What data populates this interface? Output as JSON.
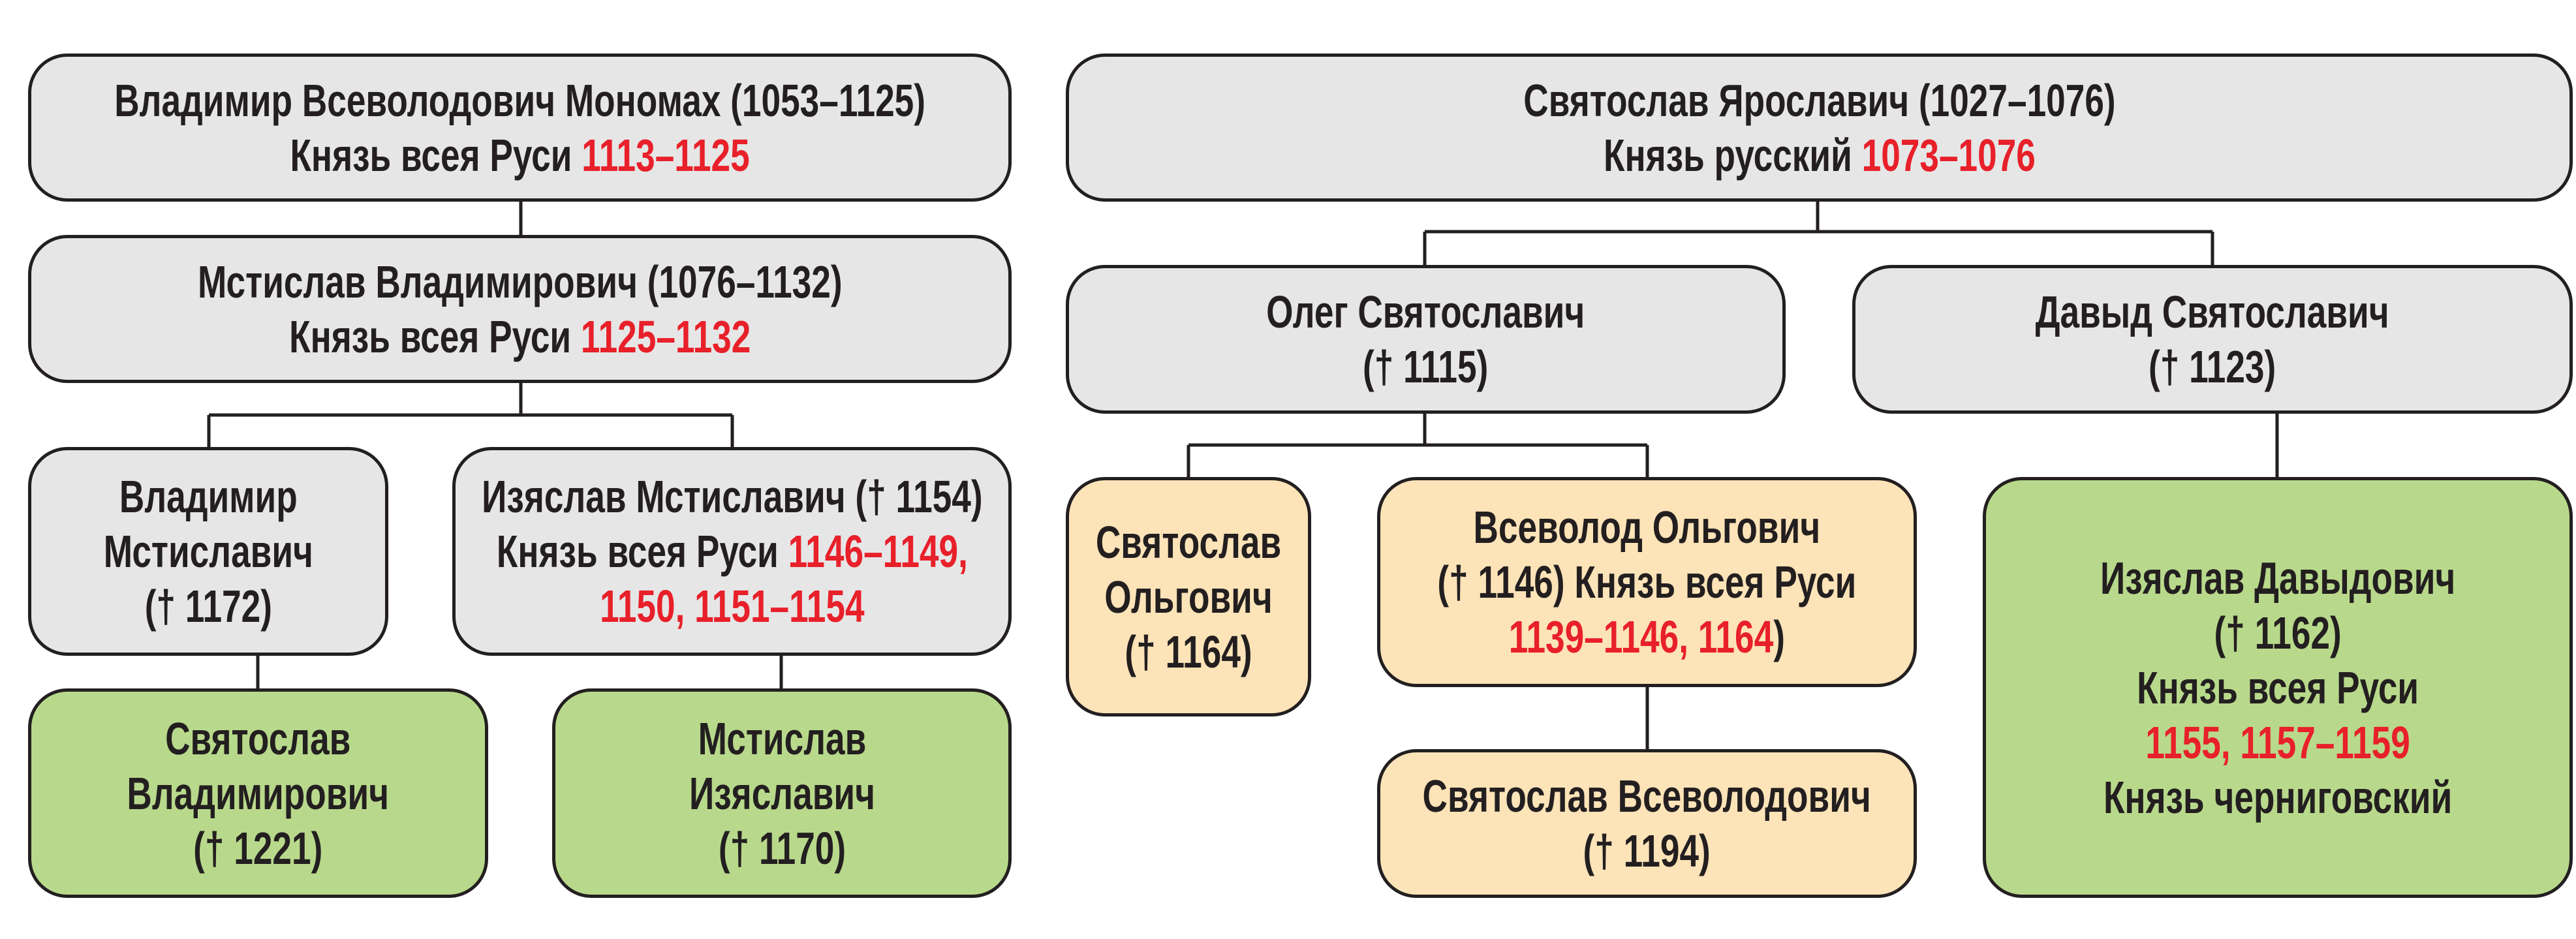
{
  "colors": {
    "grey": "#e6e6e6",
    "green": "#b8d98b",
    "peach": "#fde3b8",
    "red": "#e8202a",
    "border": "#231f20"
  },
  "nodes": [
    {
      "id": "l1",
      "fill": "grey",
      "lines": [
        [
          {
            "text": "Владимир Всеволодович Мономах (1053–1125)"
          }
        ],
        [
          {
            "text": "Князь всея Руси "
          },
          {
            "text": "1113–1125",
            "red": true
          }
        ]
      ]
    },
    {
      "id": "l2",
      "fill": "grey",
      "lines": [
        [
          {
            "text": "Мстислав Владимирович (1076–1132)"
          }
        ],
        [
          {
            "text": "Князь всея Руси "
          },
          {
            "text": "1125–1132",
            "red": true
          }
        ]
      ]
    },
    {
      "id": "l3",
      "fill": "grey",
      "lines": [
        [
          {
            "text": "Владимир"
          }
        ],
        [
          {
            "text": "Мстиславич"
          }
        ],
        [
          {
            "text": "(† 1172)"
          }
        ]
      ]
    },
    {
      "id": "l4",
      "fill": "grey",
      "lines": [
        [
          {
            "text": "Изяслав Мстиславич († 1154)"
          }
        ],
        [
          {
            "text": "Князь всея Руси "
          },
          {
            "text": "1146–1149,",
            "red": true
          }
        ],
        [
          {
            "text": "1150, 1151–1154",
            "red": true
          }
        ]
      ]
    },
    {
      "id": "l5",
      "fill": "green",
      "lines": [
        [
          {
            "text": "Святослав"
          }
        ],
        [
          {
            "text": "Владимирович"
          }
        ],
        [
          {
            "text": "(† 1221)"
          }
        ]
      ]
    },
    {
      "id": "l6",
      "fill": "green",
      "lines": [
        [
          {
            "text": "Мстислав"
          }
        ],
        [
          {
            "text": "Изяславич"
          }
        ],
        [
          {
            "text": "(† 1170)"
          }
        ]
      ]
    },
    {
      "id": "r1",
      "fill": "grey",
      "lines": [
        [
          {
            "text": "Святослав Ярославич (1027–1076)"
          }
        ],
        [
          {
            "text": "Князь русский "
          },
          {
            "text": "1073–1076",
            "red": true
          }
        ]
      ]
    },
    {
      "id": "r2",
      "fill": "grey",
      "lines": [
        [
          {
            "text": "Олег Святославич"
          }
        ],
        [
          {
            "text": "(† 1115)"
          }
        ]
      ]
    },
    {
      "id": "r3",
      "fill": "grey",
      "lines": [
        [
          {
            "text": "Давыд Святославич"
          }
        ],
        [
          {
            "text": "(† 1123)"
          }
        ]
      ]
    },
    {
      "id": "r4",
      "fill": "peach",
      "lines": [
        [
          {
            "text": "Святослав"
          }
        ],
        [
          {
            "text": "Ольгович"
          }
        ],
        [
          {
            "text": "(† 1164)"
          }
        ]
      ]
    },
    {
      "id": "r5",
      "fill": "peach",
      "lines": [
        [
          {
            "text": "Всеволод Ольгович"
          }
        ],
        [
          {
            "text": "(† 1146) Князь всея Руси"
          }
        ],
        [
          {
            "text": "1139–1146, 1164",
            "red": true
          },
          {
            "text": ")"
          }
        ]
      ]
    },
    {
      "id": "r6",
      "fill": "peach",
      "lines": [
        [
          {
            "text": "Святослав Всеволодович"
          }
        ],
        [
          {
            "text": "(† 1194)"
          }
        ]
      ]
    },
    {
      "id": "r7",
      "fill": "green",
      "lines": [
        [
          {
            "text": "Изяслав Давыдович"
          }
        ],
        [
          {
            "text": "(† 1162)"
          }
        ],
        [
          {
            "text": "Князь всея Руси"
          }
        ],
        [
          {
            "text": "1155, 1157–1159",
            "red": true
          }
        ],
        [
          {
            "text": "Князь черниговский"
          }
        ]
      ]
    }
  ]
}
